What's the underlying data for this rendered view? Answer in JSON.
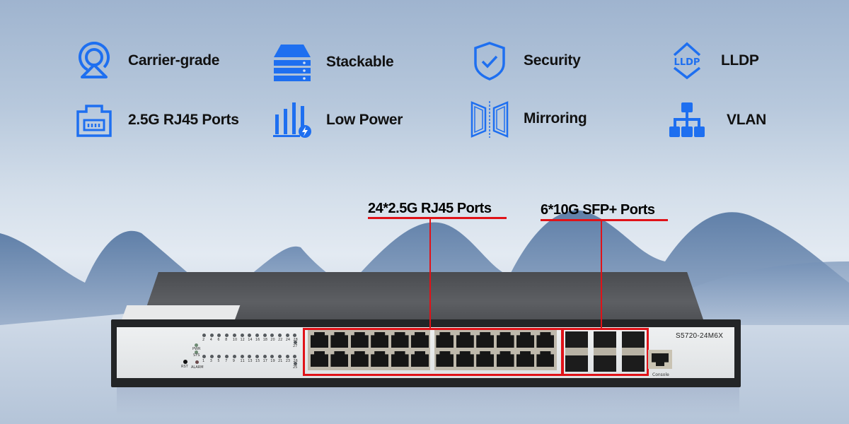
{
  "features": [
    {
      "icon": "carrier-grade-icon",
      "label": "Carrier-grade"
    },
    {
      "icon": "stack-icon",
      "label": "Stackable"
    },
    {
      "icon": "shield-check-icon",
      "label": "Security"
    },
    {
      "icon": "lldp-icon",
      "label": "LLDP"
    },
    {
      "icon": "rj45-port-icon",
      "label": "2.5G RJ45 Ports"
    },
    {
      "icon": "low-power-icon",
      "label": "Low Power"
    },
    {
      "icon": "mirroring-icon",
      "label": "Mirroring"
    },
    {
      "icon": "vlan-icon",
      "label": "VLAN"
    }
  ],
  "lldp_icon_text": "LLDP",
  "callouts": {
    "rj45": "24*2.5G RJ45 Ports",
    "sfp": "6*10G SFP+ Ports"
  },
  "device": {
    "model": "S5720-24M6X",
    "console_label": "Console",
    "led_labels": {
      "pwr": "PWR",
      "sys": "SYS",
      "rst": "RST",
      "alarm": "ALARM"
    },
    "top_port_numbers": [
      "2",
      "4",
      "6",
      "8",
      "10",
      "12",
      "14",
      "16",
      "18",
      "20",
      "22",
      "24",
      "28"
    ],
    "bottom_port_numbers": [
      "1",
      "3",
      "5",
      "7",
      "9",
      "11",
      "13",
      "15",
      "17",
      "19",
      "21",
      "23",
      "26"
    ],
    "extra_numbers": [
      "27",
      "25"
    ]
  },
  "colors": {
    "accent_blue": "#1e6ff0",
    "callout_red": "#e01218"
  }
}
